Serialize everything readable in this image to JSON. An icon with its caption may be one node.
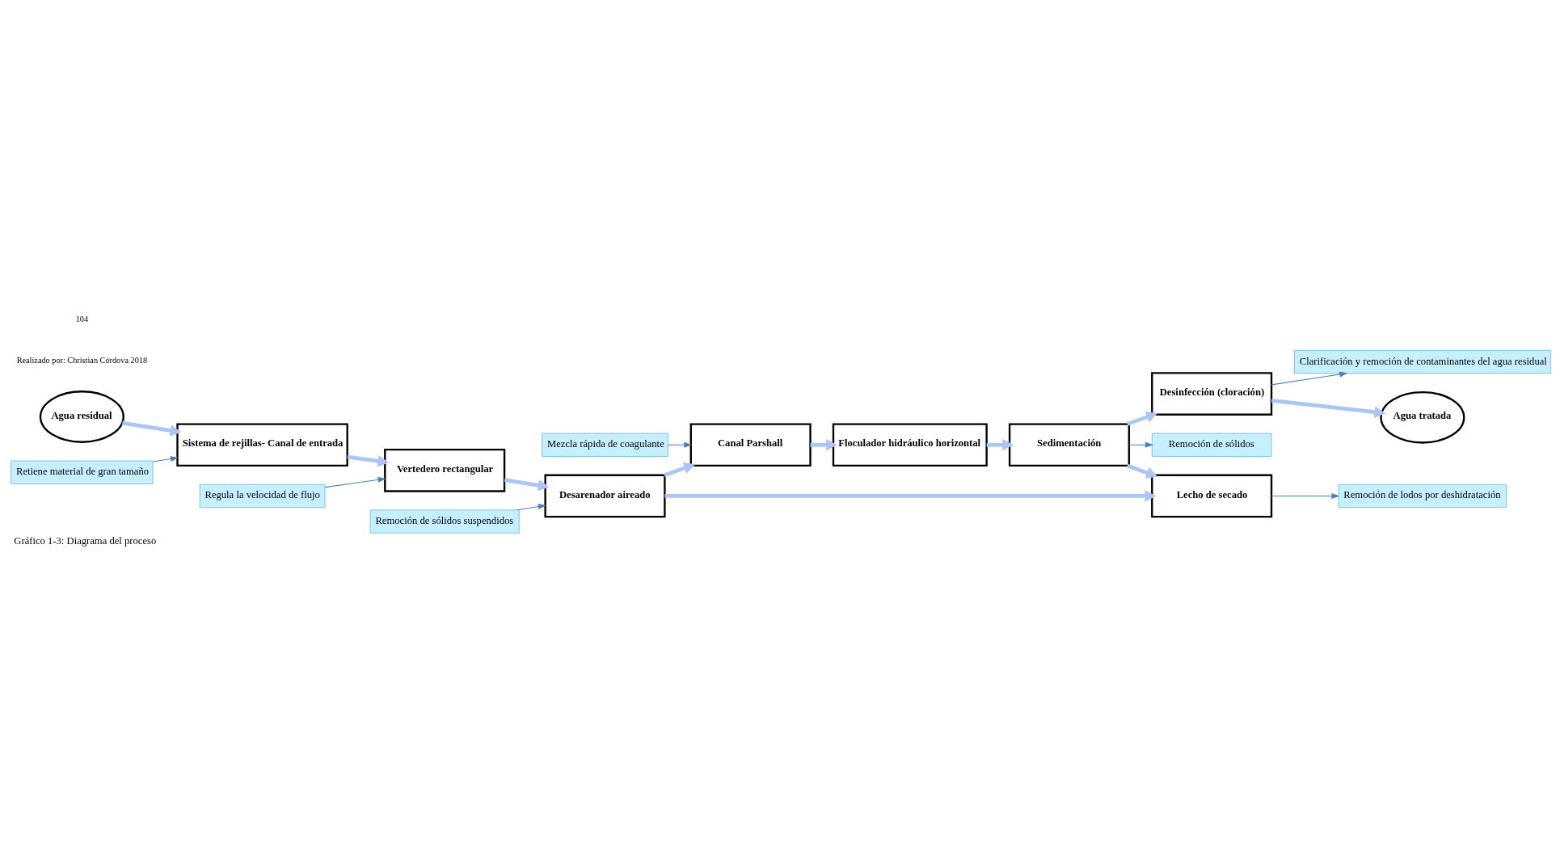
{
  "diagram": {
    "caption": "Gráfico 1-3: Diagrama del proceso",
    "nodes": [
      {
        "text": [
          "Agua residual"
        ]
      },
      {
        "text": [
          "Retiene material de gran tamaño"
        ]
      },
      {
        "text": [
          "Sistema de rejillas- Canal de entrada"
        ]
      },
      {
        "text": [
          "Regula la velocidad de flujo"
        ]
      },
      {
        "text": [
          "Vertedero rectangular"
        ]
      },
      {
        "text": [
          "Remoción de sólidos suspendidos"
        ]
      },
      {
        "text": [
          "Desarenador aireado"
        ]
      },
      {
        "text": [
          "Mezcla rápida de coagulante"
        ]
      },
      {
        "text": [
          "Canal Parshall"
        ]
      },
      {
        "text": [
          "Remoción de sólidos"
        ]
      },
      {
        "text": [
          "Remoción de lodos por deshidratación"
        ]
      },
      {
        "text": [
          "Lecho de secado"
        ]
      },
      {
        "text": [
          "Floculador hidráulico horizontal"
        ]
      },
      {
        "text": [
          "Sedimentación"
        ]
      },
      {
        "text": [
          "Agua tratada"
        ]
      },
      {
        "text": [
          "Desinfección (cloración)"
        ]
      },
      {
        "text": [
          "Clarificación y remoción de contaminantes del agua residual"
        ]
      }
    ],
    "edges": [
      {
        "from": 0,
        "to": 2,
        "arrow": "to"
      },
      {
        "from": 1,
        "to": 2,
        "arrow": "to",
        "color": "#4a7ebb"
      },
      {
        "from": 2,
        "to": 4,
        "arrow": "to"
      },
      {
        "from": 3,
        "to": 4,
        "arrow": "to",
        "color": "#4a7ebb"
      },
      {
        "from": 4,
        "to": 6,
        "arrow": "to"
      },
      {
        "from": 5,
        "to": 6,
        "arrow": "to",
        "color": "#4a7ebb"
      },
      {
        "from": 6,
        "to": 8,
        "arrow": "to"
      },
      {
        "from": 7,
        "to": 8,
        "arrow": "to",
        "color": "#4a7ebb"
      },
      {
        "from": 6,
        "to": 11,
        "arrow": "to"
      },
      {
        "from": 8,
        "to": 12,
        "arrow": "to"
      },
      {
        "from": 11,
        "to": 10,
        "arrow": "to",
        "color": "#4a7ebb"
      },
      {
        "from": 12,
        "to": 13,
        "arrow": "to"
      },
      {
        "from": 13,
        "to": 9,
        "arrow": "to",
        "color": "#4a7ebb"
      },
      {
        "from": 13,
        "to": 11,
        "arrow": "to"
      },
      {
        "from": 13,
        "to": 15,
        "arrow": "to"
      },
      {
        "from": 15,
        "to": 14,
        "arrow": "to"
      },
      {
        "from": 15,
        "to": 16,
        "arrow": "to",
        "color": "#4a7ebb"
      }
    ],
    "labels": [
      "Realizado por: Christian Córdova 2018",
      "104"
    ]
  }
}
